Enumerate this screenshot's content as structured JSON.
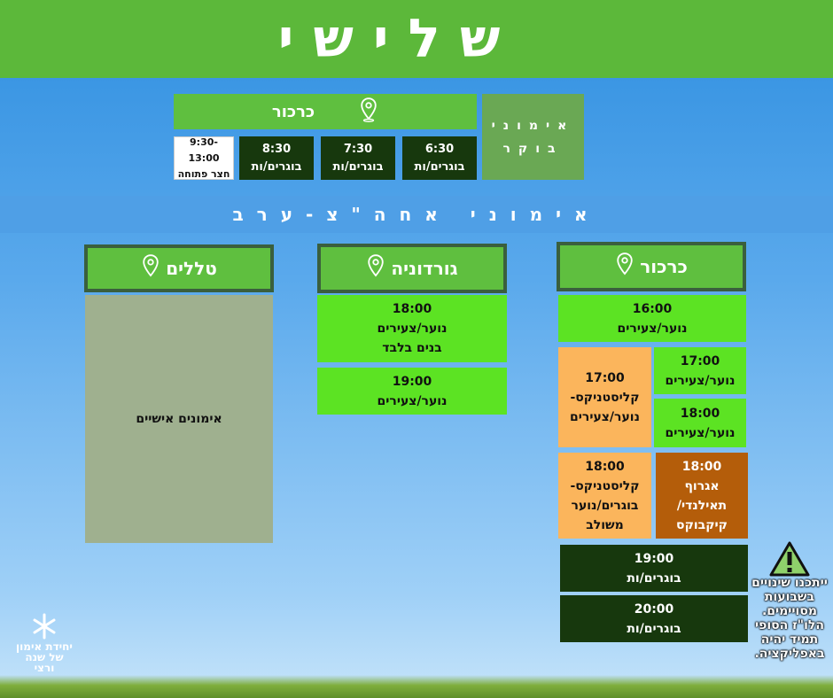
{
  "header": {
    "title": "שלישי"
  },
  "morning": {
    "side_label": "אימוני בוקר",
    "location": "כרכור",
    "slots": [
      {
        "time": "6:30",
        "group": "בוגרים/ות"
      },
      {
        "time": "7:30",
        "group": "בוגרים/ות"
      },
      {
        "time": "8:30",
        "group": "בוגרים/ות"
      },
      {
        "time": "9:30-13:00",
        "group": "חצר פתוחה"
      }
    ]
  },
  "evening": {
    "band_label": "אימוני אחה\"צ-ערב",
    "columns": [
      {
        "location": "כרכור",
        "top": {
          "time": "16:00",
          "group": "נוער/צעירים"
        },
        "right_slots": [
          {
            "time": "17:00",
            "group": "נוער/צעירים"
          },
          {
            "time": "18:00",
            "group": "נוער/צעירים"
          }
        ],
        "left_slot_1": {
          "time": "17:00",
          "line1": "קליסטניקס-",
          "line2": "נוער/צעירים"
        },
        "brown_slot": {
          "time": "18:00",
          "line1": "אגרוף",
          "line2": "תאילנדי/",
          "line3": "קיקבוקס"
        },
        "left_slot_2": {
          "time": "18:00",
          "line1": "קליסטניקס-",
          "line2": "בוגרים/נוער",
          "line3": "משולב"
        },
        "bottom_slots": [
          {
            "time": "19:00",
            "group": "בוגרים/ות"
          },
          {
            "time": "20:00",
            "group": "בוגרים/ות"
          }
        ]
      },
      {
        "location": "גורדוניה",
        "slots": [
          {
            "time": "18:00",
            "group": "נוער/צעירים",
            "note": "בנים בלבד"
          },
          {
            "time": "19:00",
            "group": "נוער/צעירים"
          }
        ]
      },
      {
        "location": "טללים",
        "note": "אימונים אישיים"
      }
    ]
  },
  "warning": {
    "text": "ייתכנו שינויים בשבועות מסויימים. הלו\"ז הסופי תמיד יהיה באפליקציה."
  },
  "logo": {
    "line1": "יחידת אימון",
    "line2": "של שנה",
    "line3": "ורצי"
  },
  "colors": {
    "header": "#5cb83a",
    "lime": "#5ce323",
    "dark_green": "#17380d",
    "orange": "#fbb55c",
    "brown": "#b45d0a",
    "grey": "#9fb08f"
  }
}
